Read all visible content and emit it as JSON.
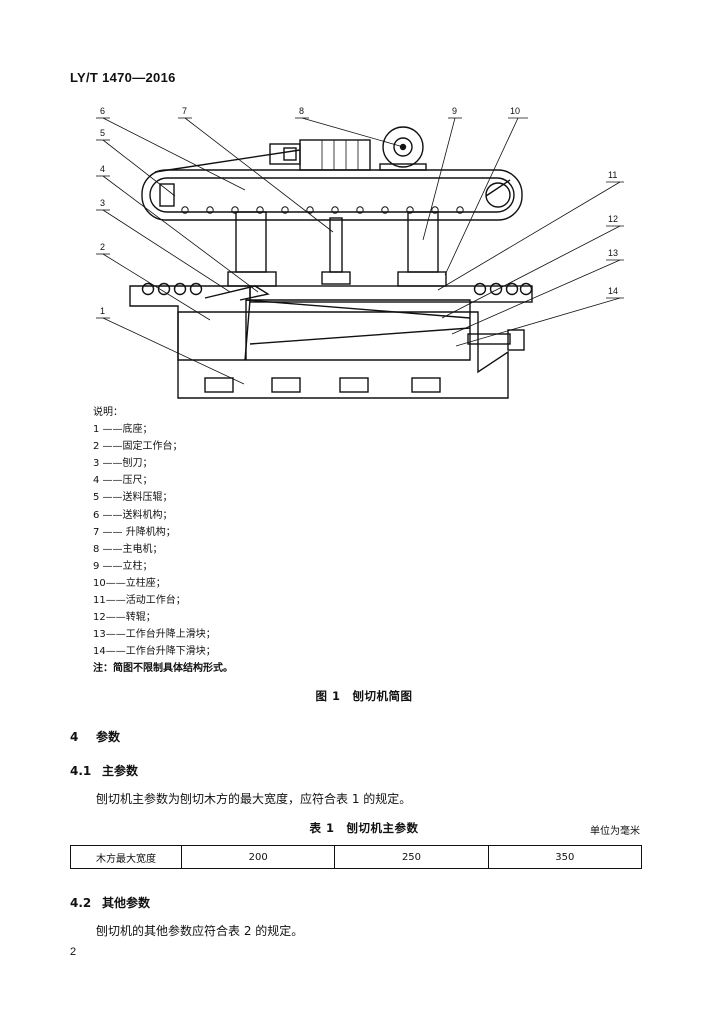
{
  "header": {
    "standard_code": "LY/T 1470—2016"
  },
  "figure": {
    "callouts": [
      "1",
      "2",
      "3",
      "4",
      "5",
      "6",
      "7",
      "8",
      "9",
      "10",
      "11",
      "12",
      "13",
      "14"
    ],
    "legend_title": "说明：",
    "legend_items": [
      "1 ——底座；",
      "2 ——固定工作台；",
      "3 ——刨刀；",
      "4 ——压尺；",
      "5 ——送料压辊；",
      "6 ——送料机构；",
      "7 —— 升降机构；",
      "8 ——主电机；",
      "9 ——立柱；",
      "10——立柱座；",
      "11——活动工作台；",
      "12——转辊；",
      "13——工作台升降上滑块；",
      "14——工作台升降下滑块；"
    ],
    "note": "注：简图不限制具体结构形式。",
    "caption": "图 1　刨切机简图"
  },
  "section4": {
    "num": "4",
    "title": "参数"
  },
  "section41": {
    "num": "4.1",
    "title": "主参数",
    "paragraph": "刨切机主参数为刨切木方的最大宽度，应符合表 1 的规定。"
  },
  "table1": {
    "caption": "表 1　刨切机主参数",
    "unit": "单位为毫米",
    "row_label": "木方最大宽度",
    "values": [
      "200",
      "250",
      "350"
    ]
  },
  "section42": {
    "num": "4.2",
    "title": "其他参数",
    "paragraph": "刨切机的其他参数应符合表 2 的规定。"
  },
  "page_number": "2"
}
